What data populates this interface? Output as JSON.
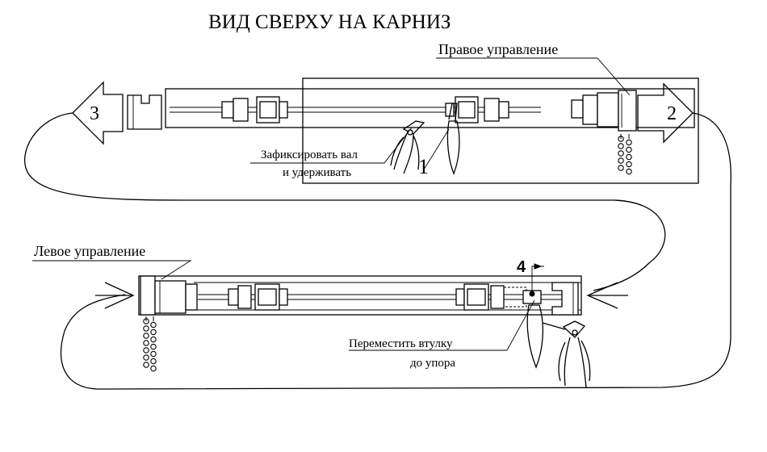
{
  "title": "ВИД СВЕРХУ НА КАРНИЗ",
  "labels": {
    "right_control": "Правое управление",
    "left_control": "Левое управление",
    "fix_shaft_line1": "Зафиксировать вал",
    "fix_shaft_line2": "и удерживать",
    "move_sleeve_line1": "Переместить втулку",
    "move_sleeve_line2": "до упора"
  },
  "steps": {
    "step1": "1",
    "step2": "2",
    "step3": "3",
    "step4": "4"
  }
}
